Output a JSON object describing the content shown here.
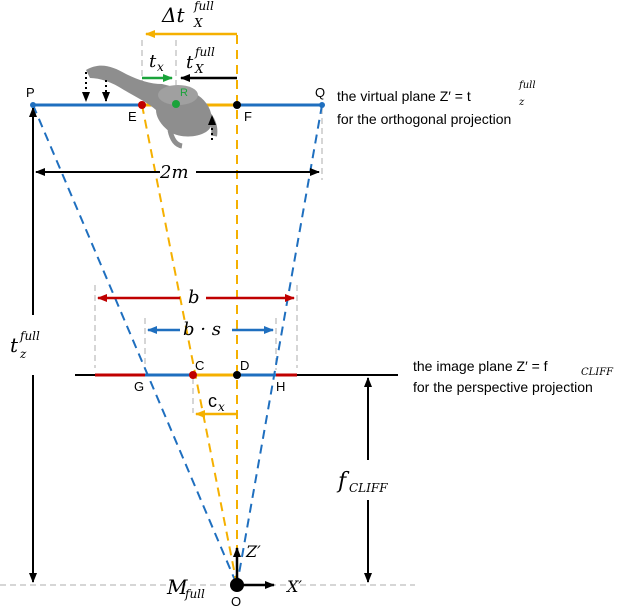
{
  "points": {
    "P": "P",
    "Q": "Q",
    "E": "E",
    "F": "F",
    "R": "R",
    "C": "C",
    "D": "D",
    "G": "G",
    "H": "H",
    "O": "O"
  },
  "labels": {
    "delta_t": "Δt",
    "full_sup": "full",
    "X_sub": "X",
    "t": "t",
    "x_sub": "x",
    "t_small": "t",
    "tz": "t",
    "z_sub": "z",
    "two_m": "2m",
    "b": "b",
    "b_s": "b · s",
    "c": "c",
    "f_main": "f",
    "f_cliff_sub": "CLIFF",
    "M_main": "M",
    "M_sub": "full",
    "Z_axis": "Z′",
    "X_axis": "X′"
  },
  "annotations": {
    "virtual_plane_line1": "the virtual plane Z′ = t",
    "virtual_plane_sub": "z",
    "virtual_plane_sup": "full",
    "virtual_plane_line2": "for the orthogonal projection",
    "image_plane_line1": "the image plane Z′ = f",
    "image_plane_sub": "CLIFF",
    "image_plane_line2": "for the perspective projection"
  },
  "colors": {
    "blue": "#1f6fbf",
    "red": "#c00000",
    "orange": "#f5b000",
    "green": "#1aa33a",
    "gray": "#c8c8c8",
    "black": "#000000"
  }
}
